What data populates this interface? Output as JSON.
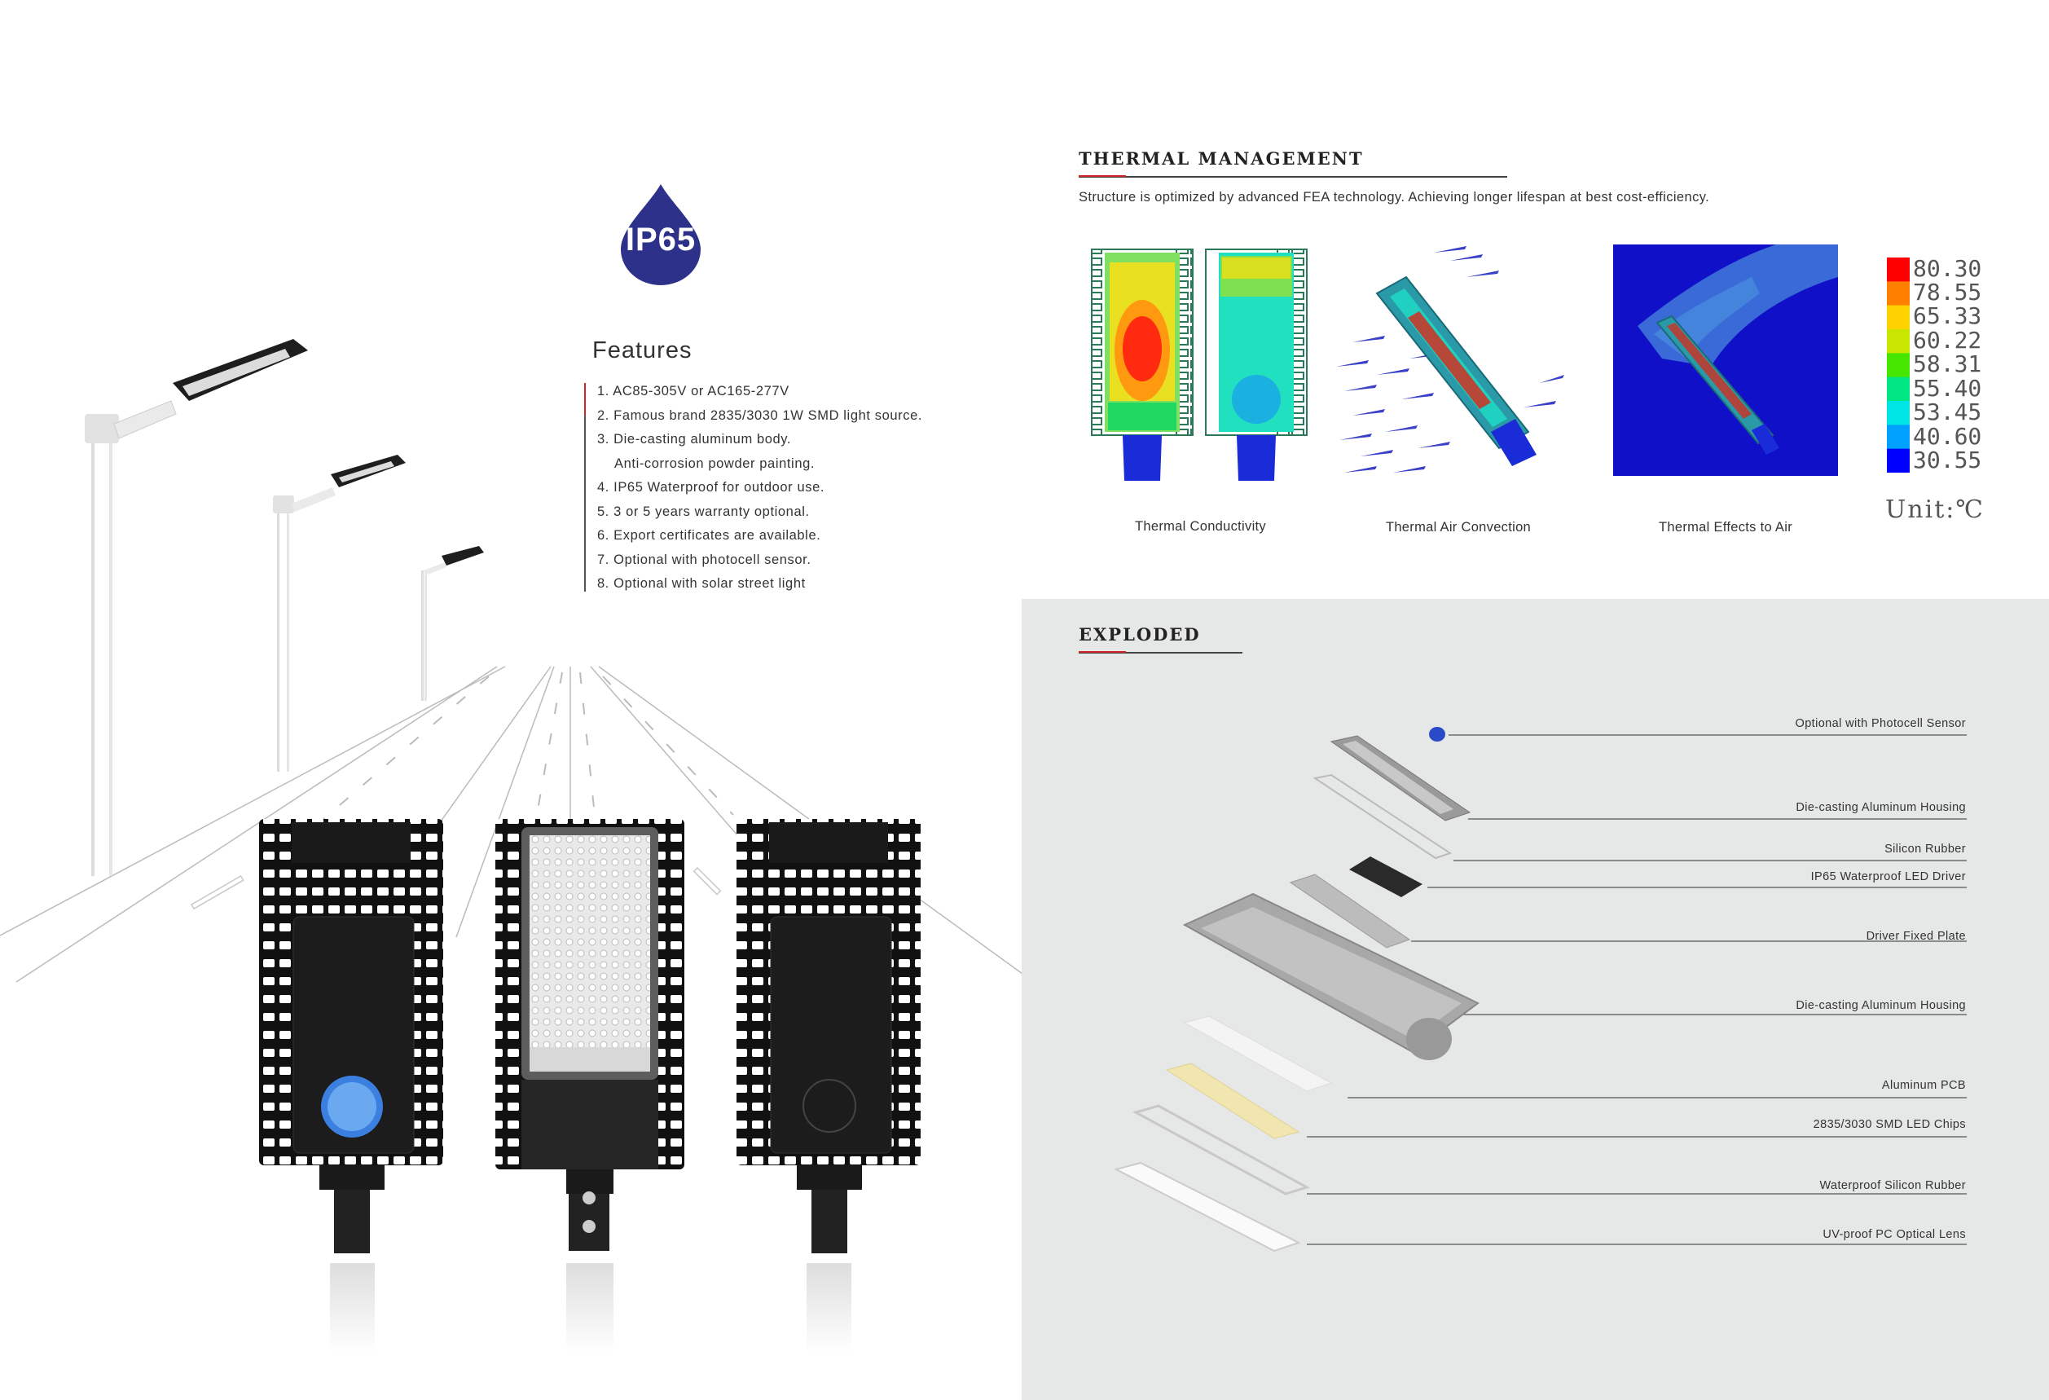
{
  "badge": {
    "label": "IP65",
    "color": "#2e3189"
  },
  "features": {
    "title": "Features",
    "items": [
      "1. AC85-305V or AC165-277V",
      "2. Famous brand 2835/3030 1W SMD light source.",
      "3. Die-casting aluminum body.",
      "Anti-corrosion powder painting.",
      "4. IP65 Waterproof for outdoor use.",
      "5. 3  or 5 years warranty optional.",
      "6. Export certificates are available.",
      "7. Optional with photocell sensor.",
      "8. Optional with solar street light"
    ]
  },
  "thermal": {
    "title": "THERMAL MANAGEMENT",
    "description": "Structure is optimized by advanced FEA technology. Achieving longer lifespan at best  cost-efficiency.",
    "captions": [
      "Thermal Conductivity",
      "Thermal Air Convection",
      "Thermal Effects to Air"
    ],
    "legend": {
      "values": [
        "80.30",
        "78.55",
        "65.33",
        "60.22",
        "58.31",
        "55.40",
        "53.45",
        "40.60",
        "30.55"
      ],
      "colors": [
        "#ff0000",
        "#ff7f00",
        "#ffd200",
        "#c8e600",
        "#46e600",
        "#00e682",
        "#00e6e6",
        "#00a0ff",
        "#0000ff"
      ],
      "unit": "Unit:℃"
    }
  },
  "exploded": {
    "title": "EXPLODED",
    "parts": [
      "Optional with Photocell Sensor",
      "Die-casting Aluminum Housing",
      "Silicon Rubber",
      "IP65 Waterproof LED Driver",
      "Driver Fixed Plate",
      "Die-casting Aluminum Housing",
      "Aluminum PCB",
      "2835/3030 SMD LED Chips",
      "Waterproof Silicon Rubber",
      "UV-proof PC Optical Lens"
    ]
  },
  "accent_color": "#d2232a"
}
